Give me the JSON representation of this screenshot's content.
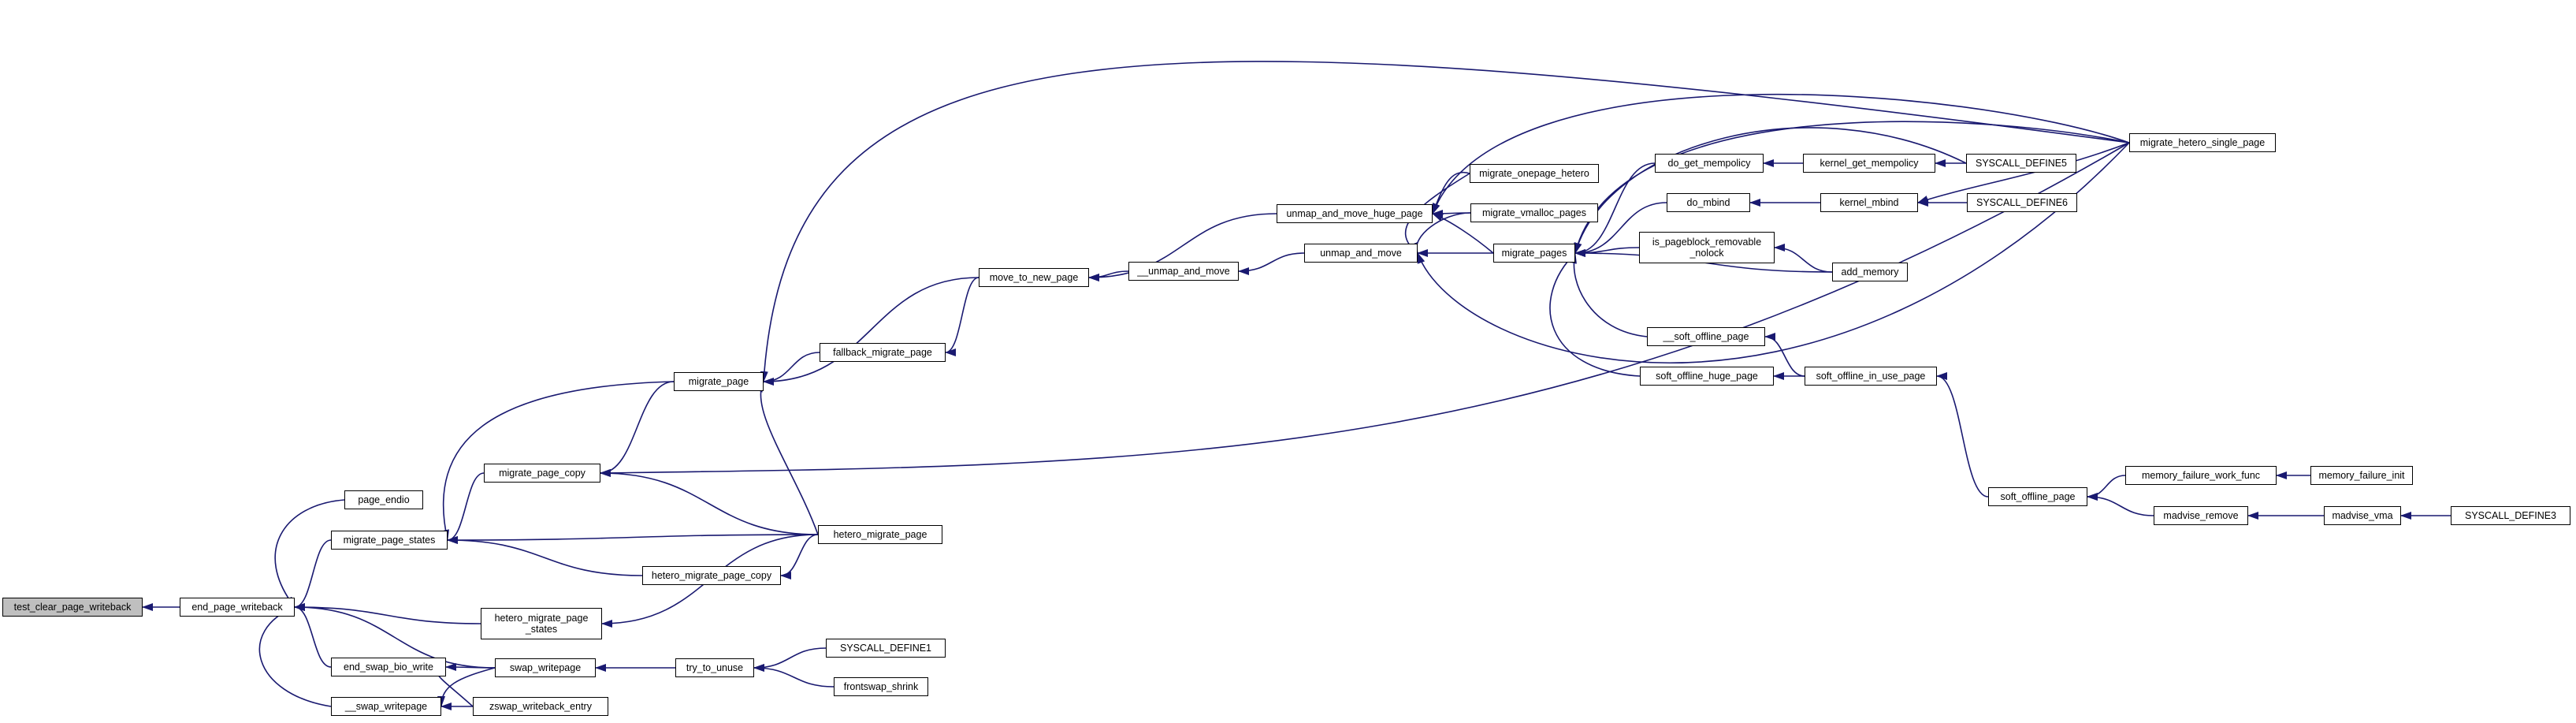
{
  "graph": {
    "root": "test_clear_page_writeback",
    "colors": {
      "edge": "#191970",
      "root_fill": "#bfbfbf",
      "node_fill": "#ffffff",
      "border": "#000000"
    },
    "nodes": [
      {
        "id": "n0",
        "lines": [
          "test_clear_page_writeback"
        ]
      },
      {
        "id": "n1",
        "lines": [
          "end_page_writeback"
        ]
      },
      {
        "id": "n2",
        "lines": [
          "page_endio"
        ]
      },
      {
        "id": "n3",
        "lines": [
          "migrate_page_states"
        ]
      },
      {
        "id": "n4",
        "lines": [
          "hetero_migrate_page",
          "_states"
        ]
      },
      {
        "id": "n5",
        "lines": [
          "end_swap_bio_write"
        ]
      },
      {
        "id": "n6",
        "lines": [
          "__swap_writepage"
        ]
      },
      {
        "id": "n7",
        "lines": [
          "migrate_page"
        ]
      },
      {
        "id": "n8",
        "lines": [
          "migrate_page_copy"
        ]
      },
      {
        "id": "n9",
        "lines": [
          "hetero_migrate_page"
        ]
      },
      {
        "id": "n10",
        "lines": [
          "hetero_migrate_page_copy"
        ]
      },
      {
        "id": "n11",
        "lines": [
          "swap_writepage"
        ]
      },
      {
        "id": "n12",
        "lines": [
          "zswap_writeback_entry"
        ]
      },
      {
        "id": "n13",
        "lines": [
          "try_to_unuse"
        ]
      },
      {
        "id": "n14",
        "lines": [
          "SYSCALL_DEFINE1"
        ]
      },
      {
        "id": "n15",
        "lines": [
          "frontswap_shrink"
        ]
      },
      {
        "id": "n16",
        "lines": [
          "fallback_migrate_page"
        ]
      },
      {
        "id": "n17",
        "lines": [
          "move_to_new_page"
        ]
      },
      {
        "id": "n18",
        "lines": [
          "__unmap_and_move"
        ]
      },
      {
        "id": "n19",
        "lines": [
          "unmap_and_move_huge_page"
        ]
      },
      {
        "id": "n20",
        "lines": [
          "unmap_and_move"
        ]
      },
      {
        "id": "n21",
        "lines": [
          "migrate_onepage_hetero"
        ]
      },
      {
        "id": "n22",
        "lines": [
          "migrate_vmalloc_pages"
        ]
      },
      {
        "id": "n23",
        "lines": [
          "migrate_pages"
        ]
      },
      {
        "id": "n24",
        "lines": [
          "do_get_mempolicy"
        ]
      },
      {
        "id": "n25",
        "lines": [
          "do_mbind"
        ]
      },
      {
        "id": "n26",
        "lines": [
          "is_pageblock_removable",
          "_nolock"
        ]
      },
      {
        "id": "n27",
        "lines": [
          "__soft_offline_page"
        ]
      },
      {
        "id": "n28",
        "lines": [
          "soft_offline_huge_page"
        ]
      },
      {
        "id": "n29",
        "lines": [
          "kernel_get_mempolicy"
        ]
      },
      {
        "id": "n30",
        "lines": [
          "kernel_mbind"
        ]
      },
      {
        "id": "n31",
        "lines": [
          "add_memory"
        ]
      },
      {
        "id": "n32",
        "lines": [
          "soft_offline_in_use_page"
        ]
      },
      {
        "id": "n33",
        "lines": [
          "SYSCALL_DEFINE5"
        ]
      },
      {
        "id": "n34",
        "lines": [
          "SYSCALL_DEFINE6"
        ]
      },
      {
        "id": "n35",
        "lines": [
          "migrate_hetero_single_page"
        ]
      },
      {
        "id": "n36",
        "lines": [
          "soft_offline_page"
        ]
      },
      {
        "id": "n37",
        "lines": [
          "memory_failure_work_func"
        ]
      },
      {
        "id": "n38",
        "lines": [
          "madvise_remove"
        ]
      },
      {
        "id": "n39",
        "lines": [
          "memory_failure_init"
        ]
      },
      {
        "id": "n40",
        "lines": [
          "madvise_vma"
        ]
      },
      {
        "id": "n41",
        "lines": [
          "SYSCALL_DEFINE3"
        ]
      }
    ],
    "edges": [
      {
        "from": "n1",
        "to": "n0"
      },
      {
        "from": "n2",
        "to": "n1"
      },
      {
        "from": "n3",
        "to": "n1"
      },
      {
        "from": "n4",
        "to": "n1"
      },
      {
        "from": "n5",
        "to": "n1"
      },
      {
        "from": "n6",
        "to": "n1"
      },
      {
        "from": "n11",
        "to": "n1"
      },
      {
        "from": "n7",
        "to": "n3"
      },
      {
        "from": "n8",
        "to": "n3"
      },
      {
        "from": "n9",
        "to": "n3"
      },
      {
        "from": "n10",
        "to": "n3"
      },
      {
        "from": "n9",
        "to": "n4"
      },
      {
        "from": "n11",
        "to": "n5"
      },
      {
        "from": "n12",
        "to": "n5"
      },
      {
        "from": "n11",
        "to": "n6"
      },
      {
        "from": "n12",
        "to": "n6"
      },
      {
        "from": "n16",
        "to": "n7"
      },
      {
        "from": "n17",
        "to": "n7"
      },
      {
        "from": "n35",
        "to": "n7"
      },
      {
        "from": "n9",
        "to": "n7"
      },
      {
        "from": "n7",
        "to": "n8"
      },
      {
        "from": "n9",
        "to": "n8"
      },
      {
        "from": "n35",
        "to": "n8"
      },
      {
        "from": "n9",
        "to": "n10"
      },
      {
        "from": "n13",
        "to": "n11"
      },
      {
        "from": "n14",
        "to": "n13"
      },
      {
        "from": "n15",
        "to": "n13"
      },
      {
        "from": "n17",
        "to": "n16"
      },
      {
        "from": "n18",
        "to": "n17"
      },
      {
        "from": "n19",
        "to": "n17"
      },
      {
        "from": "n20",
        "to": "n18"
      },
      {
        "from": "n21",
        "to": "n19"
      },
      {
        "from": "n22",
        "to": "n19"
      },
      {
        "from": "n23",
        "to": "n19"
      },
      {
        "from": "n35",
        "to": "n19"
      },
      {
        "from": "n21",
        "to": "n20"
      },
      {
        "from": "n22",
        "to": "n20"
      },
      {
        "from": "n23",
        "to": "n20"
      },
      {
        "from": "n35",
        "to": "n20"
      },
      {
        "from": "n24",
        "to": "n23"
      },
      {
        "from": "n25",
        "to": "n23"
      },
      {
        "from": "n26",
        "to": "n23"
      },
      {
        "from": "n27",
        "to": "n23"
      },
      {
        "from": "n28",
        "to": "n23"
      },
      {
        "from": "n31",
        "to": "n23"
      },
      {
        "from": "n33",
        "to": "n23"
      },
      {
        "from": "n35",
        "to": "n23"
      },
      {
        "from": "n29",
        "to": "n24"
      },
      {
        "from": "n30",
        "to": "n25"
      },
      {
        "from": "n31",
        "to": "n26"
      },
      {
        "from": "n32",
        "to": "n27"
      },
      {
        "from": "n32",
        "to": "n28"
      },
      {
        "from": "n33",
        "to": "n29"
      },
      {
        "from": "n34",
        "to": "n30"
      },
      {
        "from": "n35",
        "to": "n30"
      },
      {
        "from": "n36",
        "to": "n32"
      },
      {
        "from": "n37",
        "to": "n36"
      },
      {
        "from": "n38",
        "to": "n36"
      },
      {
        "from": "n39",
        "to": "n37"
      },
      {
        "from": "n40",
        "to": "n38"
      },
      {
        "from": "n41",
        "to": "n40"
      }
    ]
  }
}
